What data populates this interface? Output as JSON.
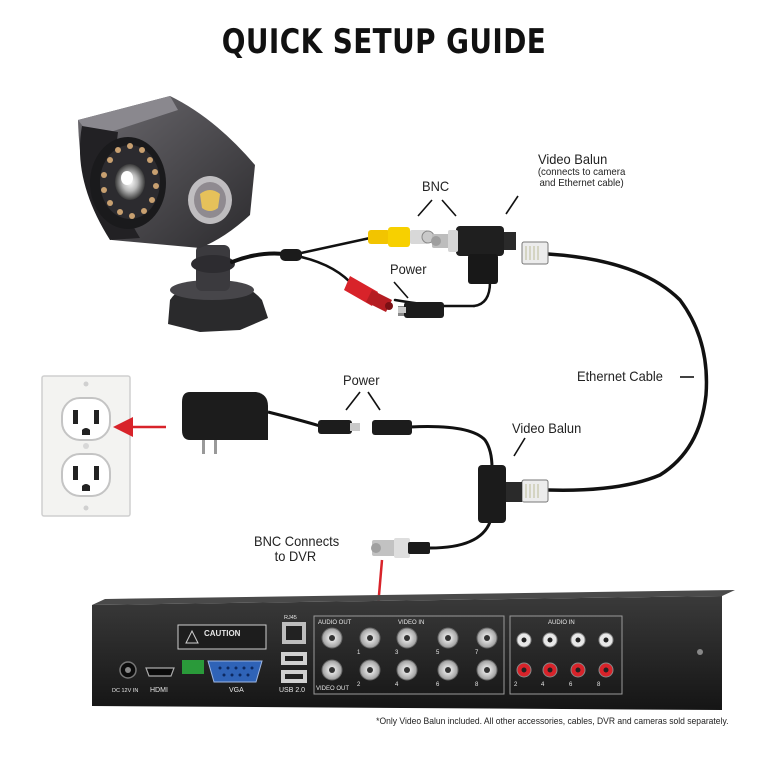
{
  "title": "QUICK SETUP GUIDE",
  "labels": {
    "bnc": "BNC",
    "video_balun_top": "Video Balun",
    "video_balun_top_note_1": "(connects to camera",
    "video_balun_top_note_2": "and Ethernet cable)",
    "power_top": "Power",
    "ethernet_cable": "Ethernet Cable",
    "power_bottom": "Power",
    "video_balun_bottom": "Video Balun",
    "bnc_connects_1": "BNC Connects",
    "bnc_connects_2": "to DVR"
  },
  "dvr": {
    "caution": "CAUTION",
    "rj45": "RJ45",
    "audio_out": "AUDIO OUT",
    "video_in": "VIDEO IN",
    "audio_in": "AUDIO IN",
    "video_out": "VIDEO OUT",
    "dc_in": "DC 12V IN",
    "hdmi": "HDMI",
    "vga": "VGA",
    "usb": "USB 2.0",
    "port_numbers": [
      "1",
      "2",
      "3",
      "4",
      "5",
      "6",
      "7",
      "8"
    ]
  },
  "footnote": "*Only Video Balun included. All other accessories, cables, DVR and cameras sold separately.",
  "colors": {
    "arrow": "#d8232a",
    "cable": "#111111",
    "bnc_yellow": "#f2c400",
    "power_red": "#d8232a"
  }
}
